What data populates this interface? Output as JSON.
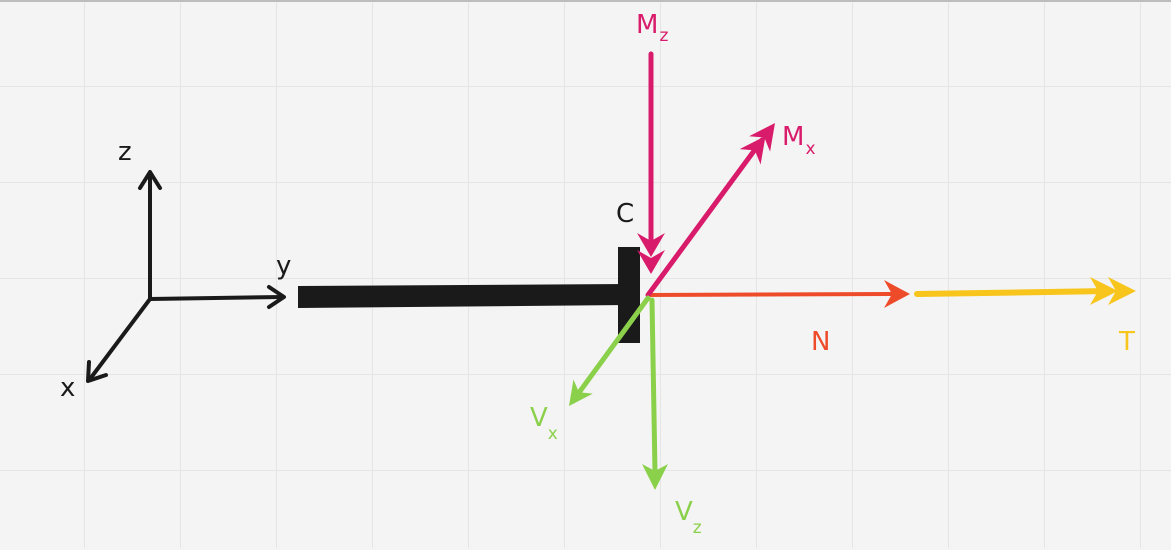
{
  "colors": {
    "black": "#1a1a1a",
    "magenta": "#d81b6a",
    "green": "#8bd04a",
    "red": "#ee4b2b",
    "yellow": "#f8c51c",
    "grid": "#e5e5e5",
    "background": "#f4f4f4"
  },
  "axes": {
    "x_label": "x",
    "y_label": "y",
    "z_label": "z"
  },
  "section": {
    "label": "C"
  },
  "forces": {
    "mz": {
      "main": "M",
      "sub": "z"
    },
    "mx": {
      "main": "M",
      "sub": "x"
    },
    "vx": {
      "main": "V",
      "sub": "x"
    },
    "vz": {
      "main": "V",
      "sub": "z"
    },
    "n": {
      "main": "N"
    },
    "t": {
      "main": "T"
    }
  }
}
